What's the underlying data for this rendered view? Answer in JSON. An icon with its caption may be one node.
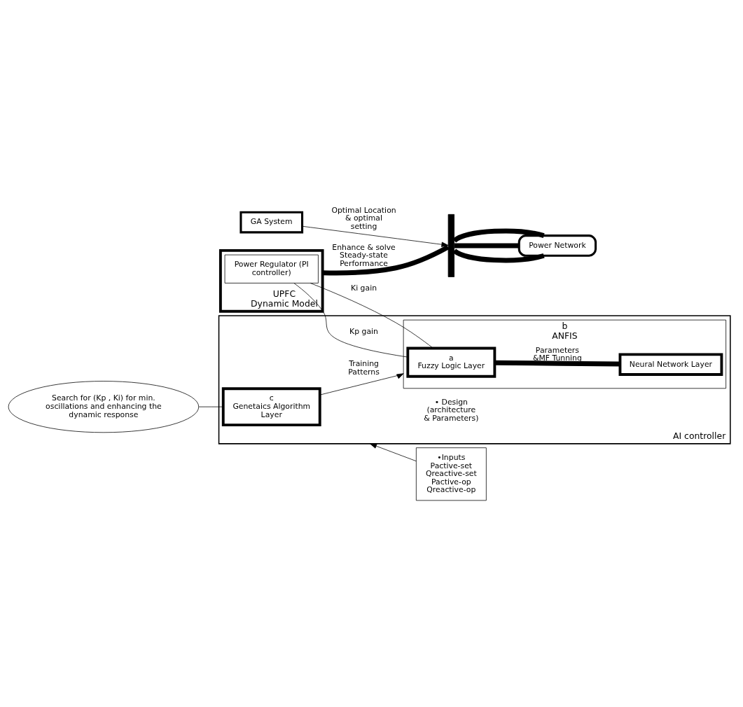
{
  "diagram": {
    "nodes": [
      {
        "text": [
          "GA System"
        ]
      },
      {
        "text": [],
        "shape": "bar"
      },
      {
        "text": [
          "Power Network"
        ]
      },
      {
        "text": [
          "UPFC",
          "Dynamic Model"
        ]
      },
      {
        "text": [
          "Power Regulator (PI controller)"
        ],
        "in": 3
      },
      {
        "text": [
          "AI controller"
        ]
      },
      {
        "text": [
          "b",
          "ANFIS"
        ],
        "in": 5
      },
      {
        "text": [
          "a",
          "Fuzzy Logic Layer"
        ],
        "in": 6
      },
      {
        "text": [
          "Neural Network Layer"
        ],
        "in": 6
      },
      {
        "text": [
          "c",
          "Genetaics Algorithm Layer"
        ],
        "in": 5
      },
      {
        "text": [
          "•Inputs",
          "Pactive-set Qreactive-set Pactive-op Qreactive-op"
        ]
      },
      {
        "text": [
          "Search for (Kp , Ki) for min. oscillations and enhancing the dynamic response"
        ]
      }
    ],
    "edges": [
      {
        "from": 0,
        "to": 1,
        "arrow": "to",
        "label": "Optimal Location & optimal setting"
      },
      {
        "from": 1,
        "to": 2,
        "arrow": "none",
        "style": "thick"
      },
      {
        "from": 1,
        "to": 2,
        "arrow": "none",
        "style": "thick"
      },
      {
        "from": 1,
        "to": 2,
        "arrow": "none",
        "style": "thick"
      },
      {
        "from": 3,
        "to": 1,
        "arrow": "none",
        "style": "thick",
        "label": "Enhance & solve Steady-state Performance"
      },
      {
        "from": 4,
        "to": 7,
        "arrow": "none",
        "label": "Ki gain"
      },
      {
        "from": 4,
        "to": 7,
        "arrow": "none",
        "label": "Kp gain"
      },
      {
        "from": 7,
        "to": 8,
        "arrow": "none",
        "style": "thick",
        "label": "Parameters &MF Tunning"
      },
      {
        "from": 9,
        "to": 6,
        "arrow": "to",
        "label": "Training Patterns"
      },
      {
        "from": 10,
        "to": 5,
        "arrow": "to"
      },
      {
        "from": 11,
        "to": 9,
        "arrow": "none"
      }
    ],
    "labels": [
      "• Design (architecture & Parameters)"
    ]
  }
}
